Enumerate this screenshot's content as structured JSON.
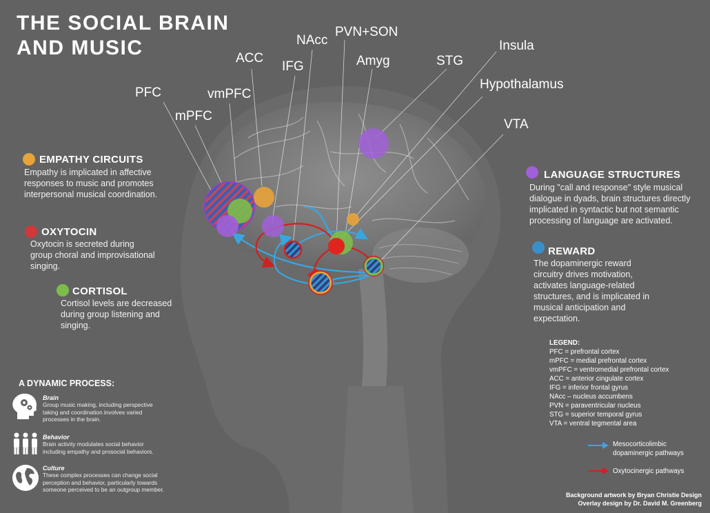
{
  "title": {
    "line1": "THE SOCIAL BRAIN",
    "line2": "AND MUSIC"
  },
  "region_labels": {
    "pfc": "PFC",
    "mpfc": "mPFC",
    "vmpfc": "vmPFC",
    "acc": "ACC",
    "ifg": "IFG",
    "nacc": "NAcc",
    "pvn_son": "PVN+SON",
    "amyg": "Amyg",
    "stg": "STG",
    "insula": "Insula",
    "hypothalamus": "Hypothalamus",
    "vta": "VTA"
  },
  "sections": {
    "empathy": {
      "color": "#e8a33a",
      "heading": "EMPATHY CIRCUITS",
      "lines": [
        "Empathy is implicated in affective",
        "responses to music and promotes",
        "interpersonal musical coordination."
      ]
    },
    "oxytocin": {
      "color": "#d0383a",
      "heading": "OXYTOCIN",
      "lines": [
        "Oxytocin is secreted during",
        "group choral and improvisational",
        "singing."
      ]
    },
    "cortisol": {
      "color": "#7cbd4a",
      "heading": "CORTISOL",
      "lines": [
        "Cortisol levels are decreased",
        "during group listening and",
        "singing."
      ]
    },
    "language": {
      "color": "#a060d8",
      "heading": "LANGUAGE STRUCTURES",
      "lines": [
        "During \"call and response\" style musical",
        "dialogue in dyads, brain structures directly",
        "implicated in syntactic but not semantic",
        "processing of language are activated."
      ]
    },
    "reward": {
      "color": "#3b8fc9",
      "heading": "REWARD",
      "lines": [
        "The dopaminergic reward",
        "circuitry drives motivation,",
        "activates language-related",
        "structures, and is implicated in",
        "musical anticipation and",
        "expectation."
      ]
    }
  },
  "dynamic": {
    "heading": "A DYNAMIC PROCESS:",
    "items": [
      {
        "icon": "brain-gears-icon",
        "title": "Brain",
        "lines": [
          "Group music making, including perspective",
          "taking and coordination involves varied",
          "processes in the brain."
        ]
      },
      {
        "icon": "people-group-icon",
        "title": "Behavior",
        "lines": [
          "Brain activity modulates social behavior",
          "including empathy and prosocial behaviors."
        ]
      },
      {
        "icon": "globe-icon",
        "title": "Culture",
        "lines": [
          "These complex processes can change social",
          "perception and behavior, particularly towards",
          "someone perceived to be an outgroup member."
        ]
      }
    ]
  },
  "legend": {
    "heading": "LEGEND:",
    "entries": [
      "PFC = prefrontal cortex",
      "mPFC = medial prefrontal cortex",
      "vmPFC = ventromedial prefrontal cortex",
      "ACC = anterior cingulate cortex",
      "IFG = inferior frontal gyrus",
      "NAcc – nucleus accumbens",
      "PVN = paraventricular nucleus",
      "STG = superior temporal gyrus",
      "VTA = ventral tegmental area"
    ],
    "paths": [
      {
        "color": "#3aa6e0",
        "lines": [
          "Mesocorticolimbic",
          "dopaminergic pathways"
        ]
      },
      {
        "color": "#d02020",
        "lines": [
          "Oxytocinergic pathways"
        ]
      }
    ]
  },
  "credits": {
    "line1": "Background artwork by Bryan Christie Design",
    "line2": "Overlay design by Dr. David M. Greenberg"
  }
}
